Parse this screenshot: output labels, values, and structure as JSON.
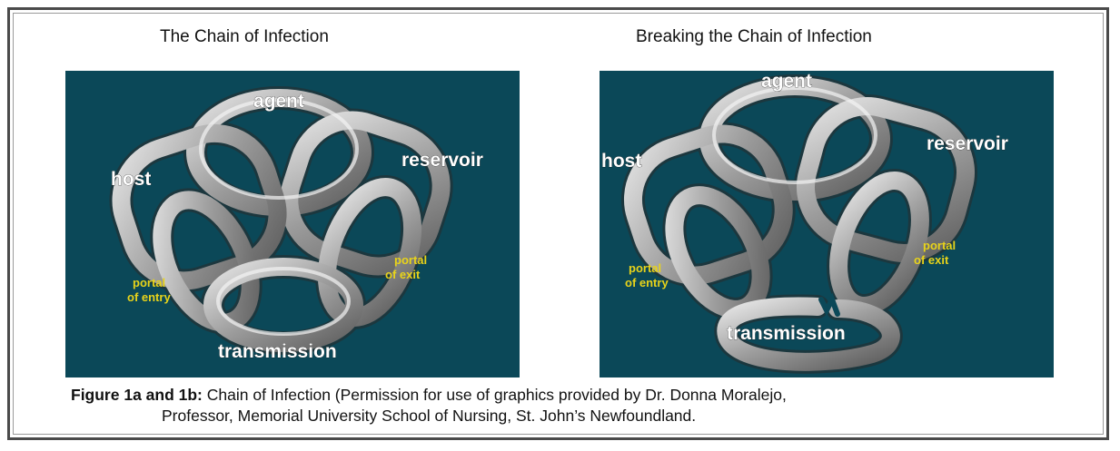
{
  "left": {
    "heading": "The Chain of Infection",
    "labels": {
      "agent": "agent",
      "reservoir": "reservoir",
      "host": "host",
      "portal_entry_1": "portal",
      "portal_entry_2": "of entry",
      "portal_exit_1": "portal",
      "portal_exit_2": "of exit",
      "transmission": "transmission"
    }
  },
  "right": {
    "heading": "Breaking the Chain of Infection",
    "labels": {
      "agent": "agent",
      "reservoir": "reservoir",
      "host": "host",
      "portal_entry_1": "portal",
      "portal_entry_2": "of entry",
      "portal_exit_1": "portal",
      "portal_exit_2": "of exit",
      "transmission": "transmission"
    }
  },
  "caption": {
    "bold": "Figure 1a and 1b:",
    "line1": " Chain of Infection (Permission for use of graphics provided by Dr. Donna Moralejo,",
    "line2": "Professor, Memorial University School of Nursing, St. John’s Newfoundland."
  },
  "colors": {
    "panel_bg": "#0b4858",
    "link": "#b9b9b9",
    "label_white": "#ffffff",
    "label_yellow": "#e8d31a"
  }
}
